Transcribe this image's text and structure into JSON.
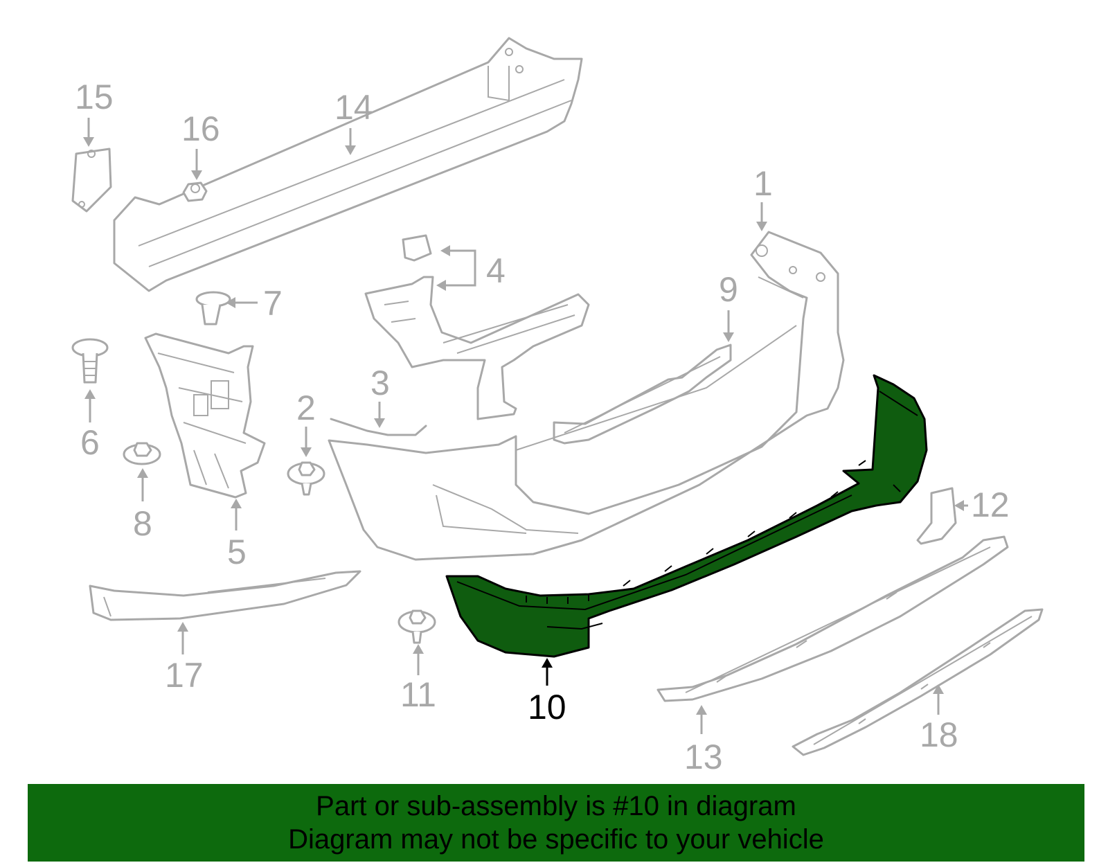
{
  "diagram": {
    "highlight_color": "#0d6a0d",
    "callouts": [
      "1",
      "2",
      "3",
      "4",
      "5",
      "6",
      "7",
      "8",
      "9",
      "10",
      "11",
      "12",
      "13",
      "14",
      "15",
      "16",
      "17",
      "18"
    ],
    "highlighted_part": "10"
  },
  "banner": {
    "line1": "Part or sub-assembly is #10 in diagram",
    "line2": "Diagram may not be specific to your vehicle"
  }
}
